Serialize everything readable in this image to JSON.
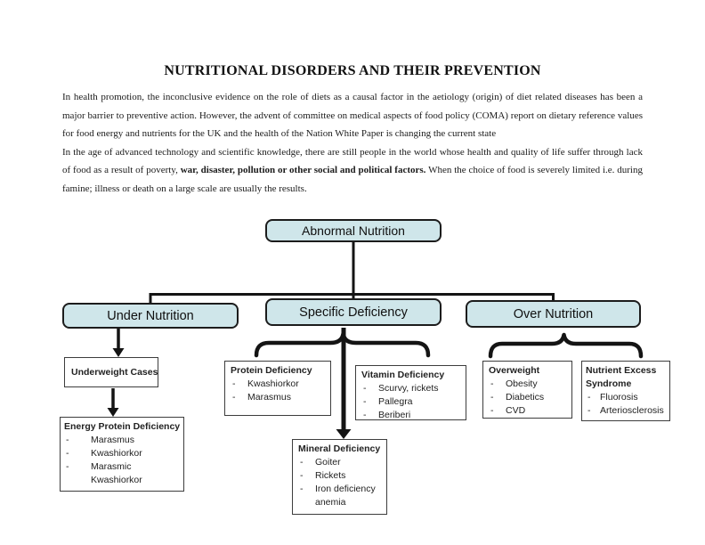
{
  "page": {
    "title": "NUTRITIONAL DISORDERS AND THEIR PREVENTION",
    "paragraph1": "In health promotion, the inconclusive evidence on the role of diets as a causal factor in the aetiology (origin) of diet related diseases has been a major barrier to preventive action. However, the advent of committee on medical aspects of food policy (COMA) report on dietary reference values for food energy and nutrients for the UK and the health of the Nation White Paper is changing the current state",
    "paragraph2_start": "In the age of advanced technology and scientific knowledge, there are still people in the world whose health and quality of life suffer through lack of food as a result of poverty, ",
    "paragraph2_bold": "war, disaster, pollution or other social and political factors.",
    "paragraph2_end": " When the choice of food is severely limited i.e. during famine; illness or death on a large scale are usually the results."
  },
  "diagram": {
    "bullet": "-",
    "root_label": "Abnormal Nutrition",
    "level2": [
      {
        "label": "Under Nutrition"
      },
      {
        "label": "Specific Deficiency"
      },
      {
        "label": "Over Nutrition"
      }
    ],
    "boxes": {
      "underweight": {
        "title": "Underweight Cases"
      },
      "energy": {
        "title": "Energy Protein Deficiency",
        "items": [
          "Marasmus",
          "Kwashiorkor",
          "Marasmic Kwashiorkor"
        ]
      },
      "protein": {
        "title": "Protein Deficiency",
        "items": [
          "Kwashiorkor",
          "Marasmus"
        ]
      },
      "vitamin": {
        "title": "Vitamin Deficiency",
        "items": [
          "Scurvy, rickets",
          "Pallegra",
          "Beriberi"
        ]
      },
      "mineral": {
        "title": "Mineral Deficiency",
        "items": [
          "Goiter",
          "Rickets",
          "Iron deficiency anemia"
        ]
      },
      "overweight": {
        "title": "Overweight",
        "items": [
          "Obesity",
          "Diabetics",
          "CVD"
        ]
      },
      "nutrient": {
        "title": "Nutrient Excess Syndrome",
        "items": [
          "Fluorosis",
          "Arteriosclerosis"
        ]
      }
    },
    "colors": {
      "node_fill": "#cfe6ea",
      "node_border": "#1c1c1c",
      "box_border": "#3d3d3d",
      "connector": "#141414"
    }
  }
}
